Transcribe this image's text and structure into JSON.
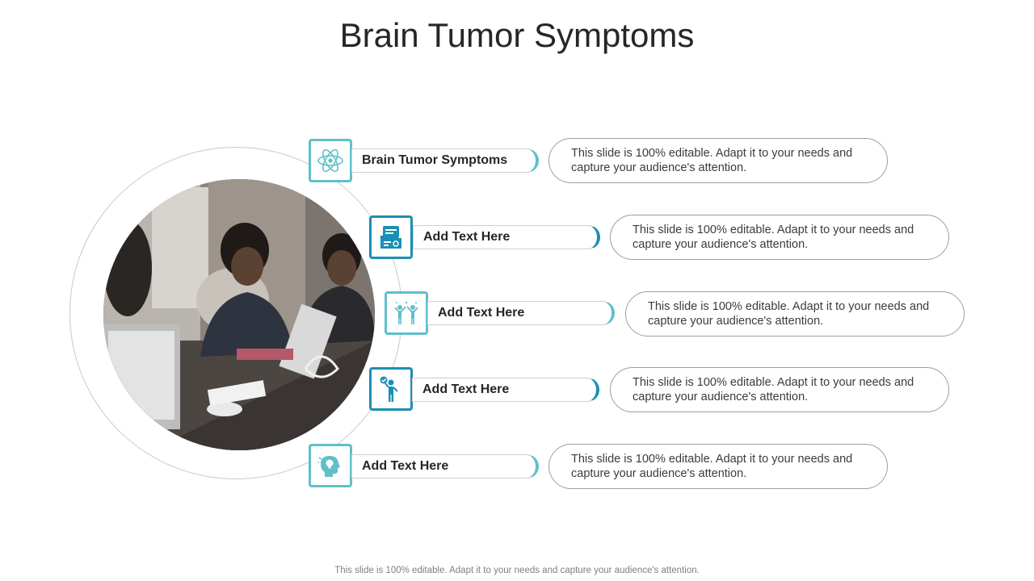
{
  "slide": {
    "title": "Brain Tumor Symptoms",
    "footer": "This slide is 100% editable. Adapt it to your needs and capture your audience's attention."
  },
  "colors": {
    "accent_light": "#5fc0c8",
    "accent_dark": "#1b8fb3"
  },
  "items": [
    {
      "label": "Brain Tumor Symptoms",
      "icon": "atom-icon",
      "description": "This slide is 100% editable. Adapt it to your needs and capture your audience's attention."
    },
    {
      "label": "Add Text Here",
      "icon": "document-folder-icon",
      "description": "This slide is 100% editable. Adapt it to your needs and capture your audience's attention."
    },
    {
      "label": "Add Text Here",
      "icon": "team-celebration-icon",
      "description": "This slide is 100% editable. Adapt it to your needs and capture your audience's attention."
    },
    {
      "label": "Add Text Here",
      "icon": "person-checkmark-icon",
      "description": "This slide is 100% editable. Adapt it to your needs and capture your audience's attention."
    },
    {
      "label": "Add Text Here",
      "icon": "head-lightbulb-icon",
      "description": "This slide is 100% editable. Adapt it to your needs and capture your audience's attention."
    }
  ],
  "photo": {
    "subject": "meeting-photo"
  }
}
